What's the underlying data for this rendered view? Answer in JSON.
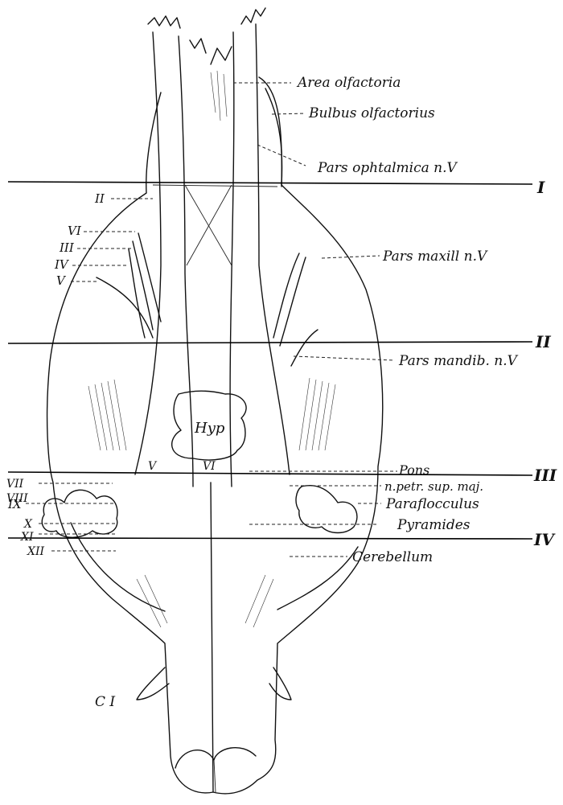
{
  "figure": {
    "labels_right": {
      "area_olfactoria": "Area  olfactoria",
      "bulbus_olfactorius": "Bulbus  olfactorius",
      "pars_ophtalmica": "Pars  ophtalmica  n.V",
      "pars_maxill": "Pars  maxill  n.V",
      "pars_mandib": "Pars  mandib.  n.V",
      "pons": "Pons",
      "n_petr": "n.petr. sup. maj.",
      "paraflocculus": "Paraflocculus",
      "pyramides": "Pyramides",
      "cerebellum": "Cerebellum"
    },
    "labels_left": {
      "n2": "II",
      "n6": "VI",
      "n3": "III",
      "n4": "IV",
      "n5": "V",
      "n7": "VII",
      "n8": "VIII",
      "n9": "IX",
      "n10": "X",
      "n11": "XI",
      "n12": "XII",
      "c1": "C I"
    },
    "labels_inner": {
      "hyp": "Hyp",
      "v_inner": "V",
      "vi_inner": "VI"
    },
    "section_markers": {
      "s1": "I",
      "s2": "II",
      "s3": "III",
      "s4": "IV"
    }
  }
}
